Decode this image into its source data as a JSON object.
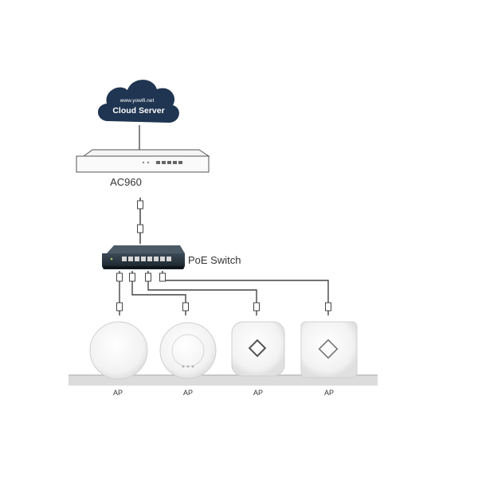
{
  "cloud": {
    "url": "www.yowifi.net",
    "title": "Cloud Server"
  },
  "controller": {
    "label": "AC960"
  },
  "switch": {
    "label": "PoE Switch"
  },
  "access_points": [
    {
      "label": "AP"
    },
    {
      "label": "AP"
    },
    {
      "label": "AP"
    },
    {
      "label": "AP"
    }
  ],
  "colors": {
    "cloud_fill": "#1f3551",
    "cloud_text": "#ffffff",
    "device_stroke": "#555555",
    "cable": "#444444",
    "shelf": "#dcdcdc"
  }
}
